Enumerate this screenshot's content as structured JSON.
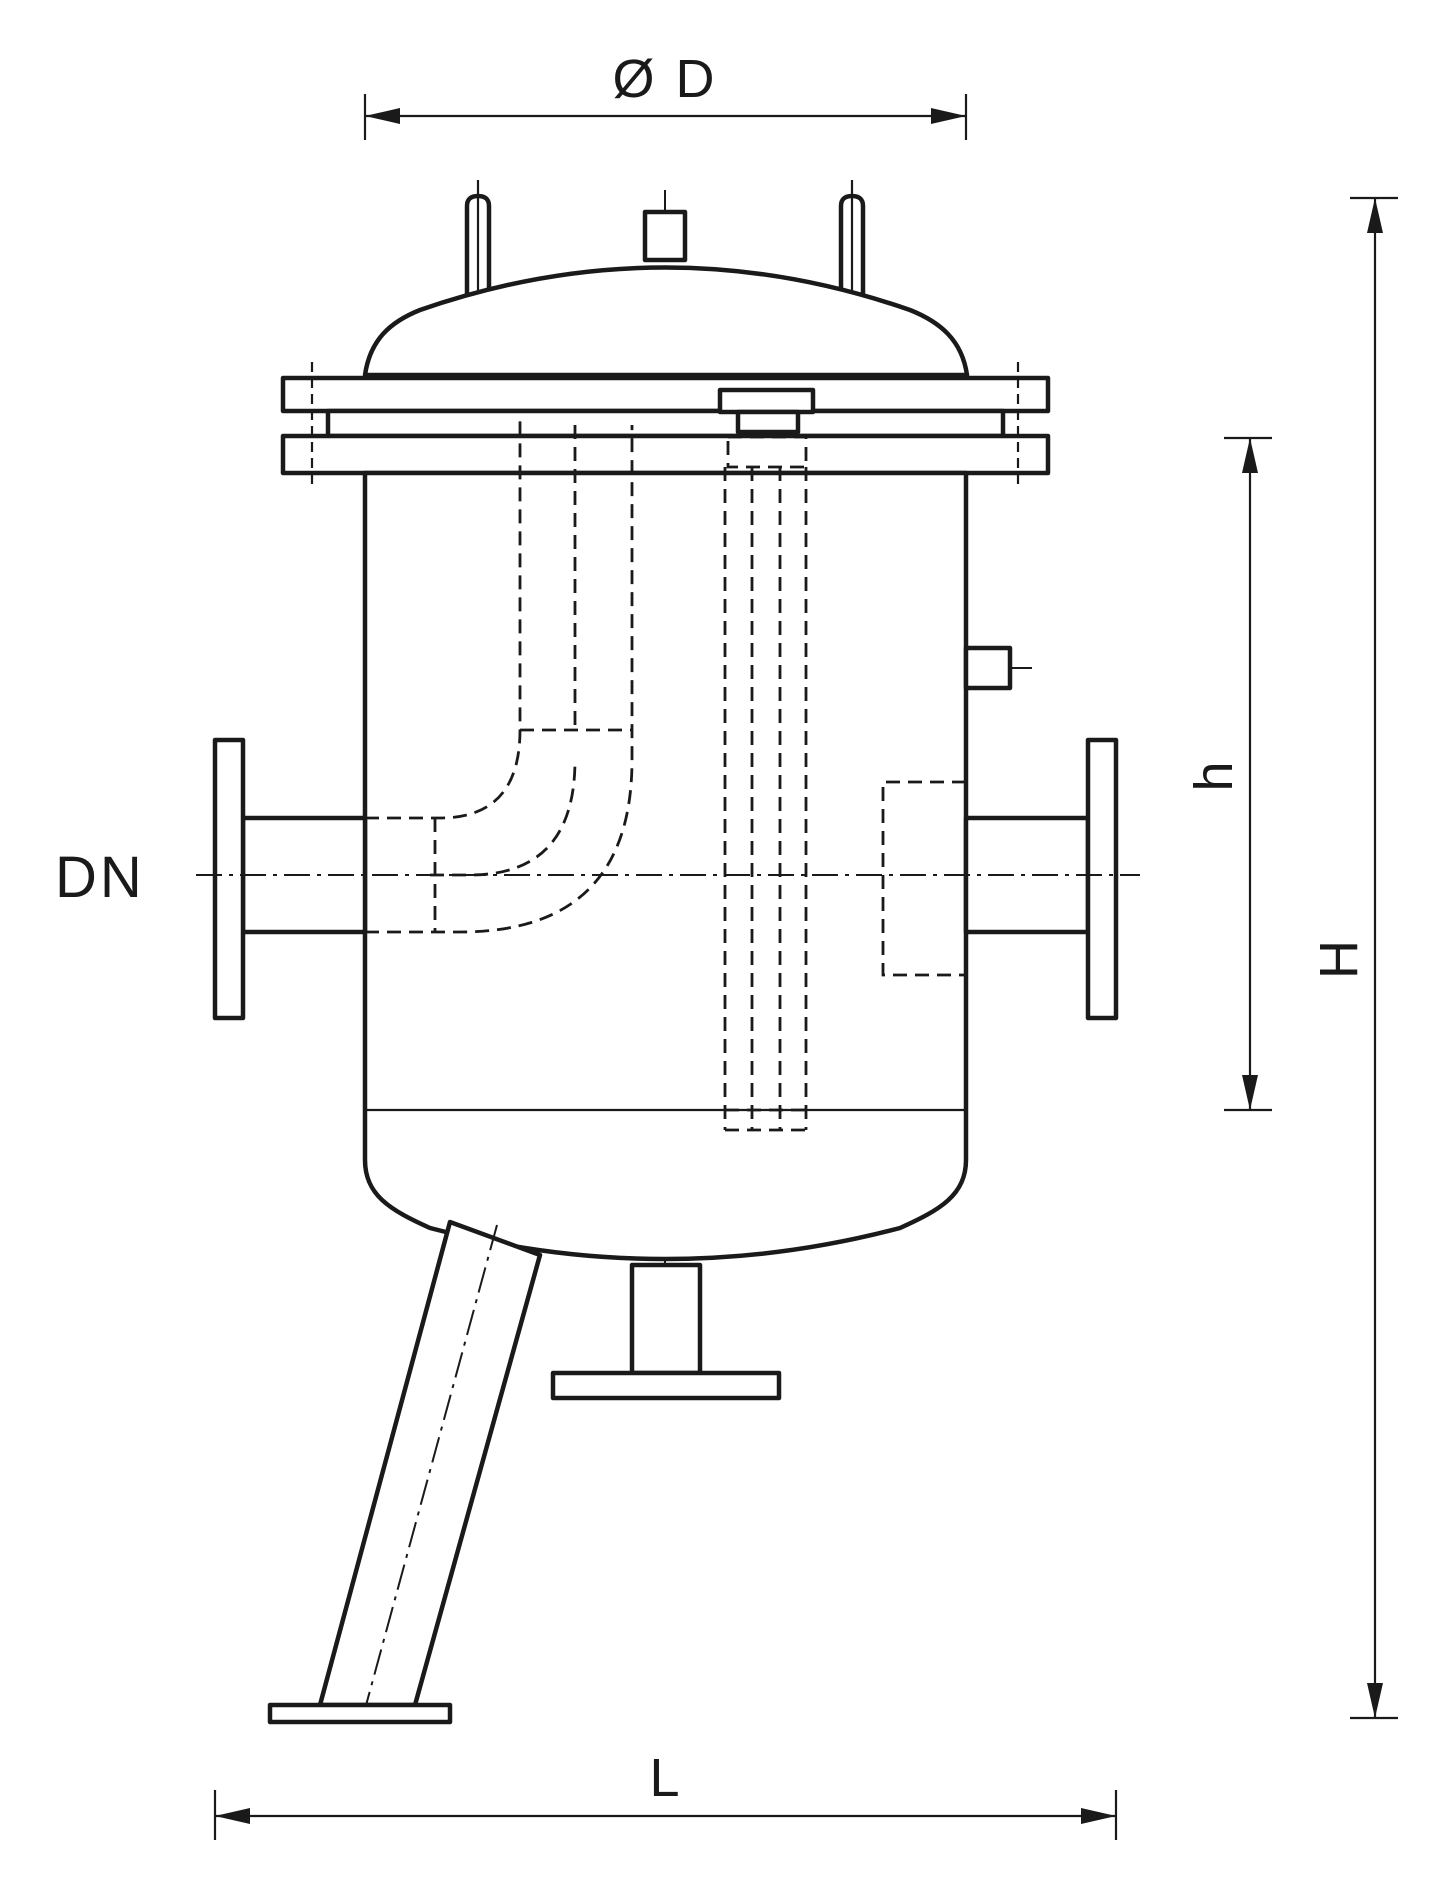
{
  "labels": {
    "diameter": "Ø D",
    "nominal_diameter": "DN",
    "inlet_height": "h",
    "total_height": "H",
    "length": "L"
  },
  "colors": {
    "line": "#1a1a1a",
    "background": "#ffffff"
  }
}
